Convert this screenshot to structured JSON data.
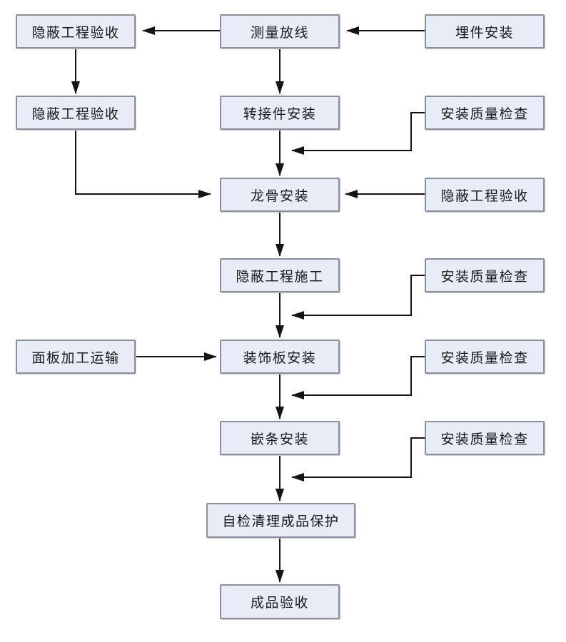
{
  "diagram": {
    "type": "flowchart",
    "colors": {
      "box_fill": "#e7ecf6",
      "box_border": "#8a8f98",
      "line_color": "#141414",
      "text": "#17181a",
      "background": "#ffffff"
    },
    "nodes": {
      "hidden_acceptance_1": "隐蔽工程验收",
      "measure_layout": "测量放线",
      "embed_install": "埋件安装",
      "hidden_acceptance_2": "隐蔽工程验收",
      "adapter_install": "转接件安装",
      "quality_check_1": "安装质量检查",
      "keel_install": "龙骨安装",
      "hidden_acceptance_3": "隐蔽工程验收",
      "hidden_construction": "隐蔽工程施工",
      "quality_check_2": "安装质量检查",
      "panel_transport": "面板加工运输",
      "panel_install": "装饰板安装",
      "quality_check_3": "安装质量检查",
      "trim_install": "嵌条安装",
      "quality_check_4": "安装质量检查",
      "self_check_protect": "自检清理成品保护",
      "final_acceptance": "成品验收"
    },
    "edges": [
      {
        "from": "embed_install",
        "to": "measure_layout"
      },
      {
        "from": "measure_layout",
        "to": "hidden_acceptance_1"
      },
      {
        "from": "hidden_acceptance_1",
        "to": "hidden_acceptance_2"
      },
      {
        "from": "measure_layout",
        "to": "adapter_install"
      },
      {
        "from": "adapter_install",
        "to": "keel_install"
      },
      {
        "from": "quality_check_1",
        "to": "keel_install"
      },
      {
        "from": "hidden_acceptance_2",
        "to": "keel_install"
      },
      {
        "from": "hidden_acceptance_3",
        "to": "keel_install"
      },
      {
        "from": "keel_install",
        "to": "hidden_construction"
      },
      {
        "from": "hidden_construction",
        "to": "panel_install"
      },
      {
        "from": "quality_check_2",
        "to": "panel_install"
      },
      {
        "from": "panel_transport",
        "to": "panel_install"
      },
      {
        "from": "panel_install",
        "to": "trim_install"
      },
      {
        "from": "quality_check_3",
        "to": "trim_install"
      },
      {
        "from": "trim_install",
        "to": "self_check_protect"
      },
      {
        "from": "quality_check_4",
        "to": "self_check_protect"
      },
      {
        "from": "self_check_protect",
        "to": "final_acceptance"
      }
    ]
  }
}
